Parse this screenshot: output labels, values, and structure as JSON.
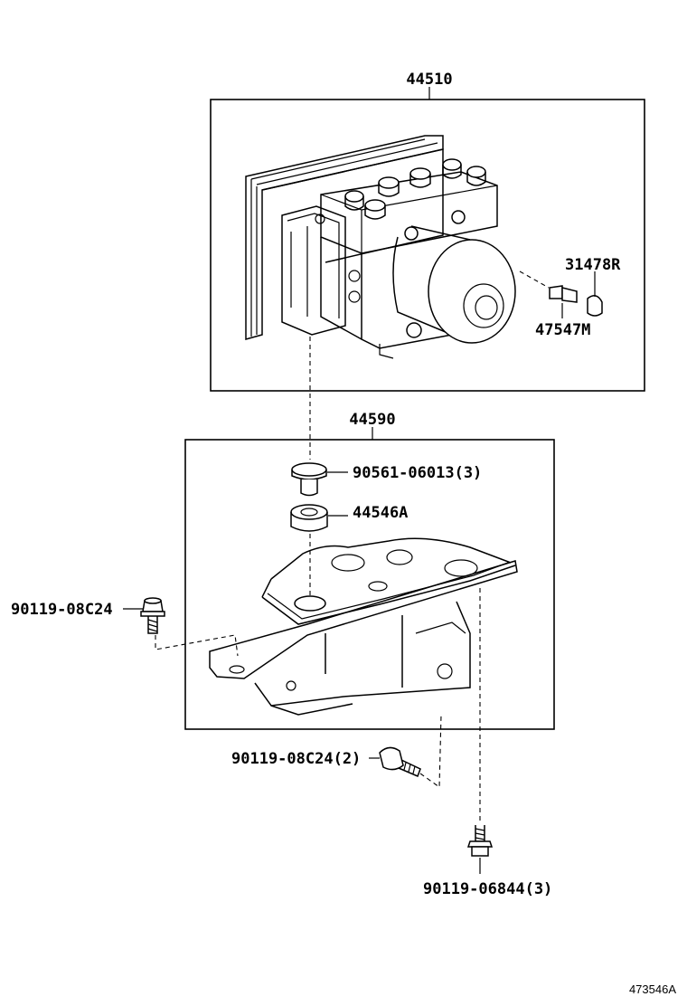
{
  "diagram": {
    "reference_code": "473546A",
    "callouts": {
      "actuator_assy": "44510",
      "bracket_assy": "44590",
      "cap_31478r": "31478R",
      "bleeder_plug": "47547M",
      "collar": "90561-06013(3)",
      "cushion": "44546A",
      "bolt_left": "90119-08C24",
      "bolt_lower": "90119-08C24(2)",
      "bolt_bottom": "90119-06844(3)"
    }
  }
}
